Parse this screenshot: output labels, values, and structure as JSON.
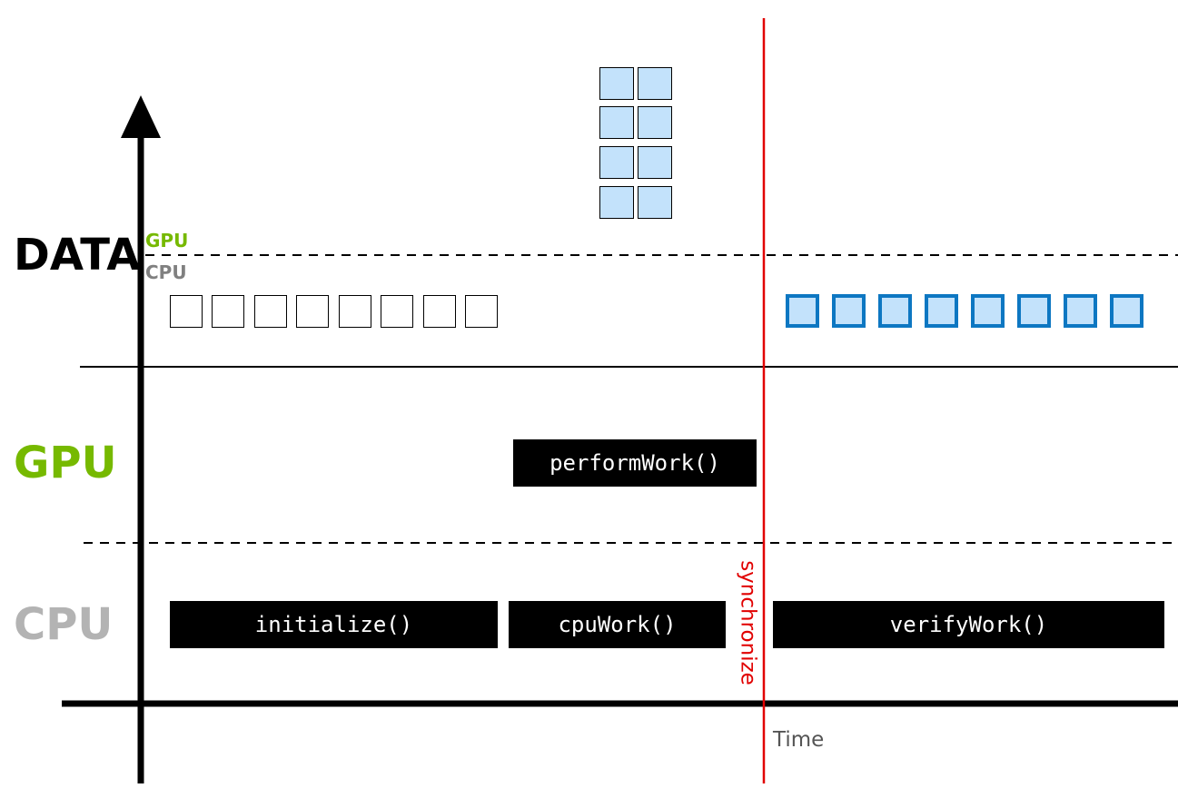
{
  "labels": {
    "data": "DATA",
    "gpu_row": "GPU",
    "cpu_row": "CPU",
    "gpu_memory": "GPU",
    "cpu_memory": "CPU",
    "synchronize": "synchronize",
    "time": "Time"
  },
  "tasks": {
    "initialize": "initialize()",
    "cpu_work": "cpuWork()",
    "perform_work": "performWork()",
    "verify_work": "verifyWork()"
  },
  "blocks": {
    "cpu_memory_before": 8,
    "gpu_memory": 8,
    "cpu_memory_after": 8
  },
  "colors": {
    "gpu_green": "#76b900",
    "cpu_gray": "#b3b3b3",
    "cpu_memory_gray": "#808080",
    "data_black": "#000000",
    "sync_red": "#e10000",
    "time_gray": "#555555",
    "block_fill": "#c3e2fb",
    "block_border_blue": "#0d77c2"
  }
}
